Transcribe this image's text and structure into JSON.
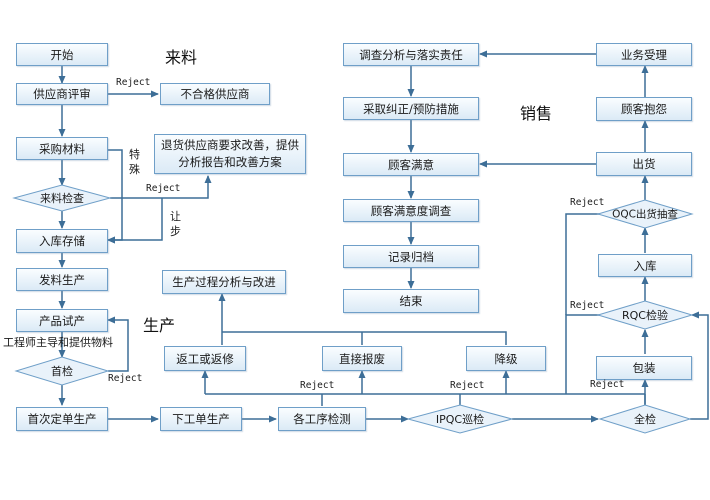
{
  "sections": {
    "incoming": "来料",
    "production": "生产",
    "sales": "销售"
  },
  "nodes": {
    "start": "开始",
    "supplier_eval": "供应商评审",
    "unqualified_supplier": "不合格供应商",
    "purchase": "采购材料",
    "return_goods": "退货供应商要求改善，提供分析报告和改善方案",
    "incoming_check": "来料检查",
    "warehouse_in": "入库存储",
    "issue_material": "发料生产",
    "trial_production": "产品试产",
    "first_check": "首检",
    "first_batch": "首次定单生产",
    "issue_order": "下工单生产",
    "process_check": "各工序检测",
    "ipqc": "IPQC巡检",
    "full_check": "全检",
    "rework": "返工或返修",
    "scrap": "直接报废",
    "downgrade": "降级",
    "process_analysis": "生产过程分析与改进",
    "packing": "包装",
    "rqc": "RQC检验",
    "stock_in": "入库",
    "oqc": "OQC出货抽查",
    "shipment": "出货",
    "complaint": "顾客抱怨",
    "business_accept": "业务受理",
    "investigate": "调查分析与落实责任",
    "corrective": "采取纠正/预防措施",
    "satisfaction": "顾客满意",
    "survey": "顾客满意度调查",
    "record": "记录归档",
    "end": "结束"
  },
  "labels": {
    "reject": "Reject",
    "special": "特殊",
    "concession": "让步",
    "engineer_note": "工程师主导和提供物料"
  },
  "colors": {
    "arrow": "#3d6e97",
    "border": "#6f9fc8"
  }
}
